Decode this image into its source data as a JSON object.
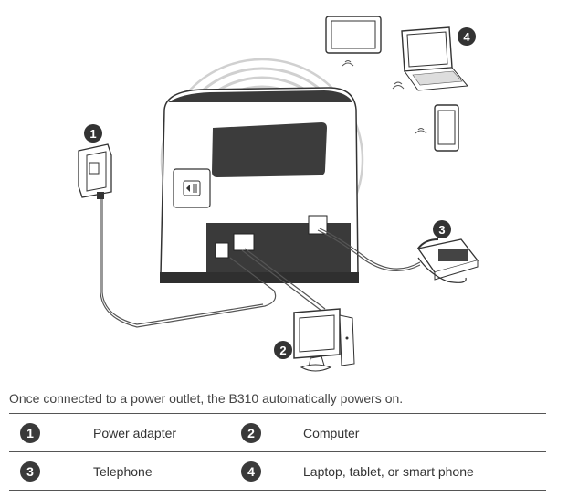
{
  "caption": "Once connected to a power outlet, the B310 automatically powers on.",
  "markers": [
    "1",
    "2",
    "3",
    "4"
  ],
  "legend": [
    [
      {
        "num": "1",
        "label": "Power adapter"
      },
      {
        "num": "2",
        "label": "Computer"
      }
    ],
    [
      {
        "num": "3",
        "label": "Telephone"
      },
      {
        "num": "4",
        "label": "Laptop, tablet, or smart phone"
      }
    ]
  ]
}
